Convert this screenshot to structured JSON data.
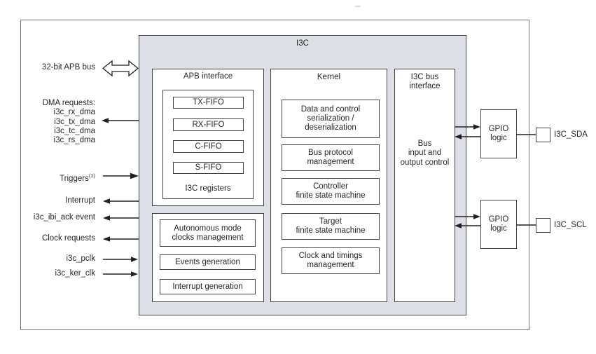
{
  "i3c": {
    "title": "I3C"
  },
  "apb": {
    "title": "APB interface",
    "registers_label": "I3C registers",
    "fifos": [
      "TX-FIFO",
      "RX-FIFO",
      "C-FIFO",
      "S-FIFO"
    ]
  },
  "clocks": {
    "items": [
      "Autonomous mode\nclocks management",
      "Events generation",
      "Interrupt generation"
    ]
  },
  "kernel": {
    "title": "Kernel",
    "items": [
      "Data and control\nserialization /\ndeserialization",
      "Bus protocol\nmanagement",
      "Controller\nfinite state machine",
      "Target\nfinite state machine",
      "Clock and timings\nmanagement"
    ]
  },
  "busif": {
    "title": "I3C bus\ninterface",
    "body": "Bus\ninput and\noutput control"
  },
  "gpio": {
    "label": "GPIO\nlogic",
    "pins": [
      "I3C_SDA",
      "I3C_SCL"
    ]
  },
  "left": {
    "apb_bus": "32-bit APB bus",
    "dma_header": "DMA requests:",
    "dma_items": [
      "i3c_rx_dma",
      "i3c_tx_dma",
      "i3c_tc_dma",
      "i3c_rs_dma"
    ],
    "triggers": "Triggers",
    "triggers_sup": "(1)",
    "interrupt": "Interrupt",
    "ibi_ack": "i3c_ibi_ack event",
    "clock_requests": "Clock requests",
    "pclk": "i3c_pclk",
    "ker_clk": "i3c_ker_clk"
  },
  "colors": {
    "block_fill": "#dce0e6",
    "border": "#424242",
    "outer_border": "#747474",
    "text": "#262626",
    "arrow": "#202020"
  }
}
